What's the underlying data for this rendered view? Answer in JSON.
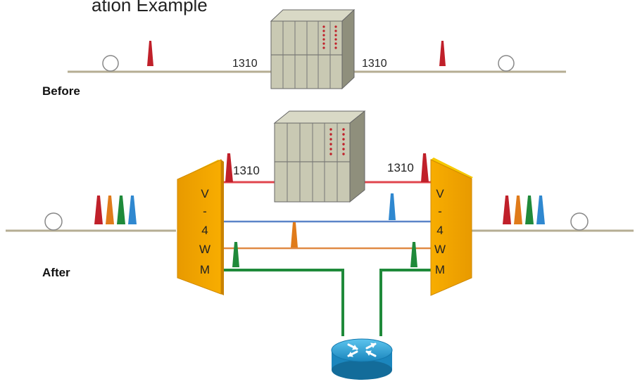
{
  "title": "ation Example",
  "labels": {
    "before": "Before",
    "after": "After",
    "wavelength_before_left": "1310",
    "wavelength_before_right": "1310",
    "wavelength_after_left": "1310",
    "wavelength_after_right": "1310"
  },
  "mux_letters": [
    "V",
    "-",
    "4",
    "W",
    "M"
  ],
  "colors": {
    "red": "#c0202a",
    "orange": "#e07b1a",
    "green": "#1f8a3a",
    "blue": "#2f88d0",
    "fiber": "#b5ad93",
    "mux": "#f5a800",
    "mux_top": "#f7c900",
    "chassis": "#c9c9b3",
    "router": "#2aa2d8"
  },
  "icons": {
    "fiber_coil": "circle-coil-icon",
    "network_element": "chassis-icon",
    "router": "router-icon"
  }
}
